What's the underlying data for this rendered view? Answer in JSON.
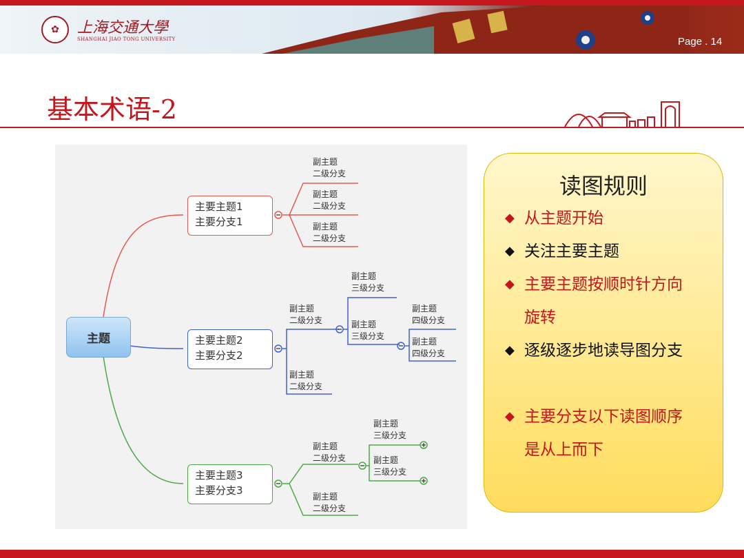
{
  "header": {
    "logo_cn": "上海交通大學",
    "logo_en": "SHANGHAI JIAO TONG UNIVERSITY",
    "page_label": "Page . 14"
  },
  "slide": {
    "title": "基本术语-2"
  },
  "mindmap": {
    "root": "主题",
    "branches": [
      {
        "name": "主要主题1",
        "sub": "主要分支1",
        "color": "#e8574f",
        "children": [
          "副主题\n二级分支",
          "副主题\n二级分支",
          "副主题\n二级分支"
        ]
      },
      {
        "name": "主要主题2",
        "sub": "主要分支2",
        "color": "#4060d8",
        "children": [
          {
            "label": "副主题\n二级分支",
            "children": [
              {
                "label": "副主题\n三级分支"
              },
              {
                "label": "副主题\n三级分支",
                "children": [
                  "副主题\n四级分支",
                  "副主题\n四级分支"
                ]
              }
            ]
          },
          {
            "label": "副主题\n二级分支"
          }
        ]
      },
      {
        "name": "主要主题3",
        "sub": "主要分支3",
        "color": "#4aaa42",
        "children": [
          {
            "label": "副主题\n二级分支",
            "children": [
              "副主题\n三级分支",
              "副主题\n三级分支"
            ]
          },
          {
            "label": "副主题\n二级分支"
          }
        ]
      }
    ]
  },
  "rules": {
    "title": "读图规则",
    "items": [
      {
        "text": "从主题开始",
        "color": "#c4161c"
      },
      {
        "text": "关注主要主题",
        "color": "#111111"
      },
      {
        "text": "主要主题按顺时针方向旋转",
        "color": "#c4161c"
      },
      {
        "text": "逐级逐步地读导图分支",
        "color": "#111111"
      },
      {
        "text": "主要分支以下读图顺序是从上而下",
        "color": "#c4161c"
      }
    ],
    "bullet": "◆"
  }
}
